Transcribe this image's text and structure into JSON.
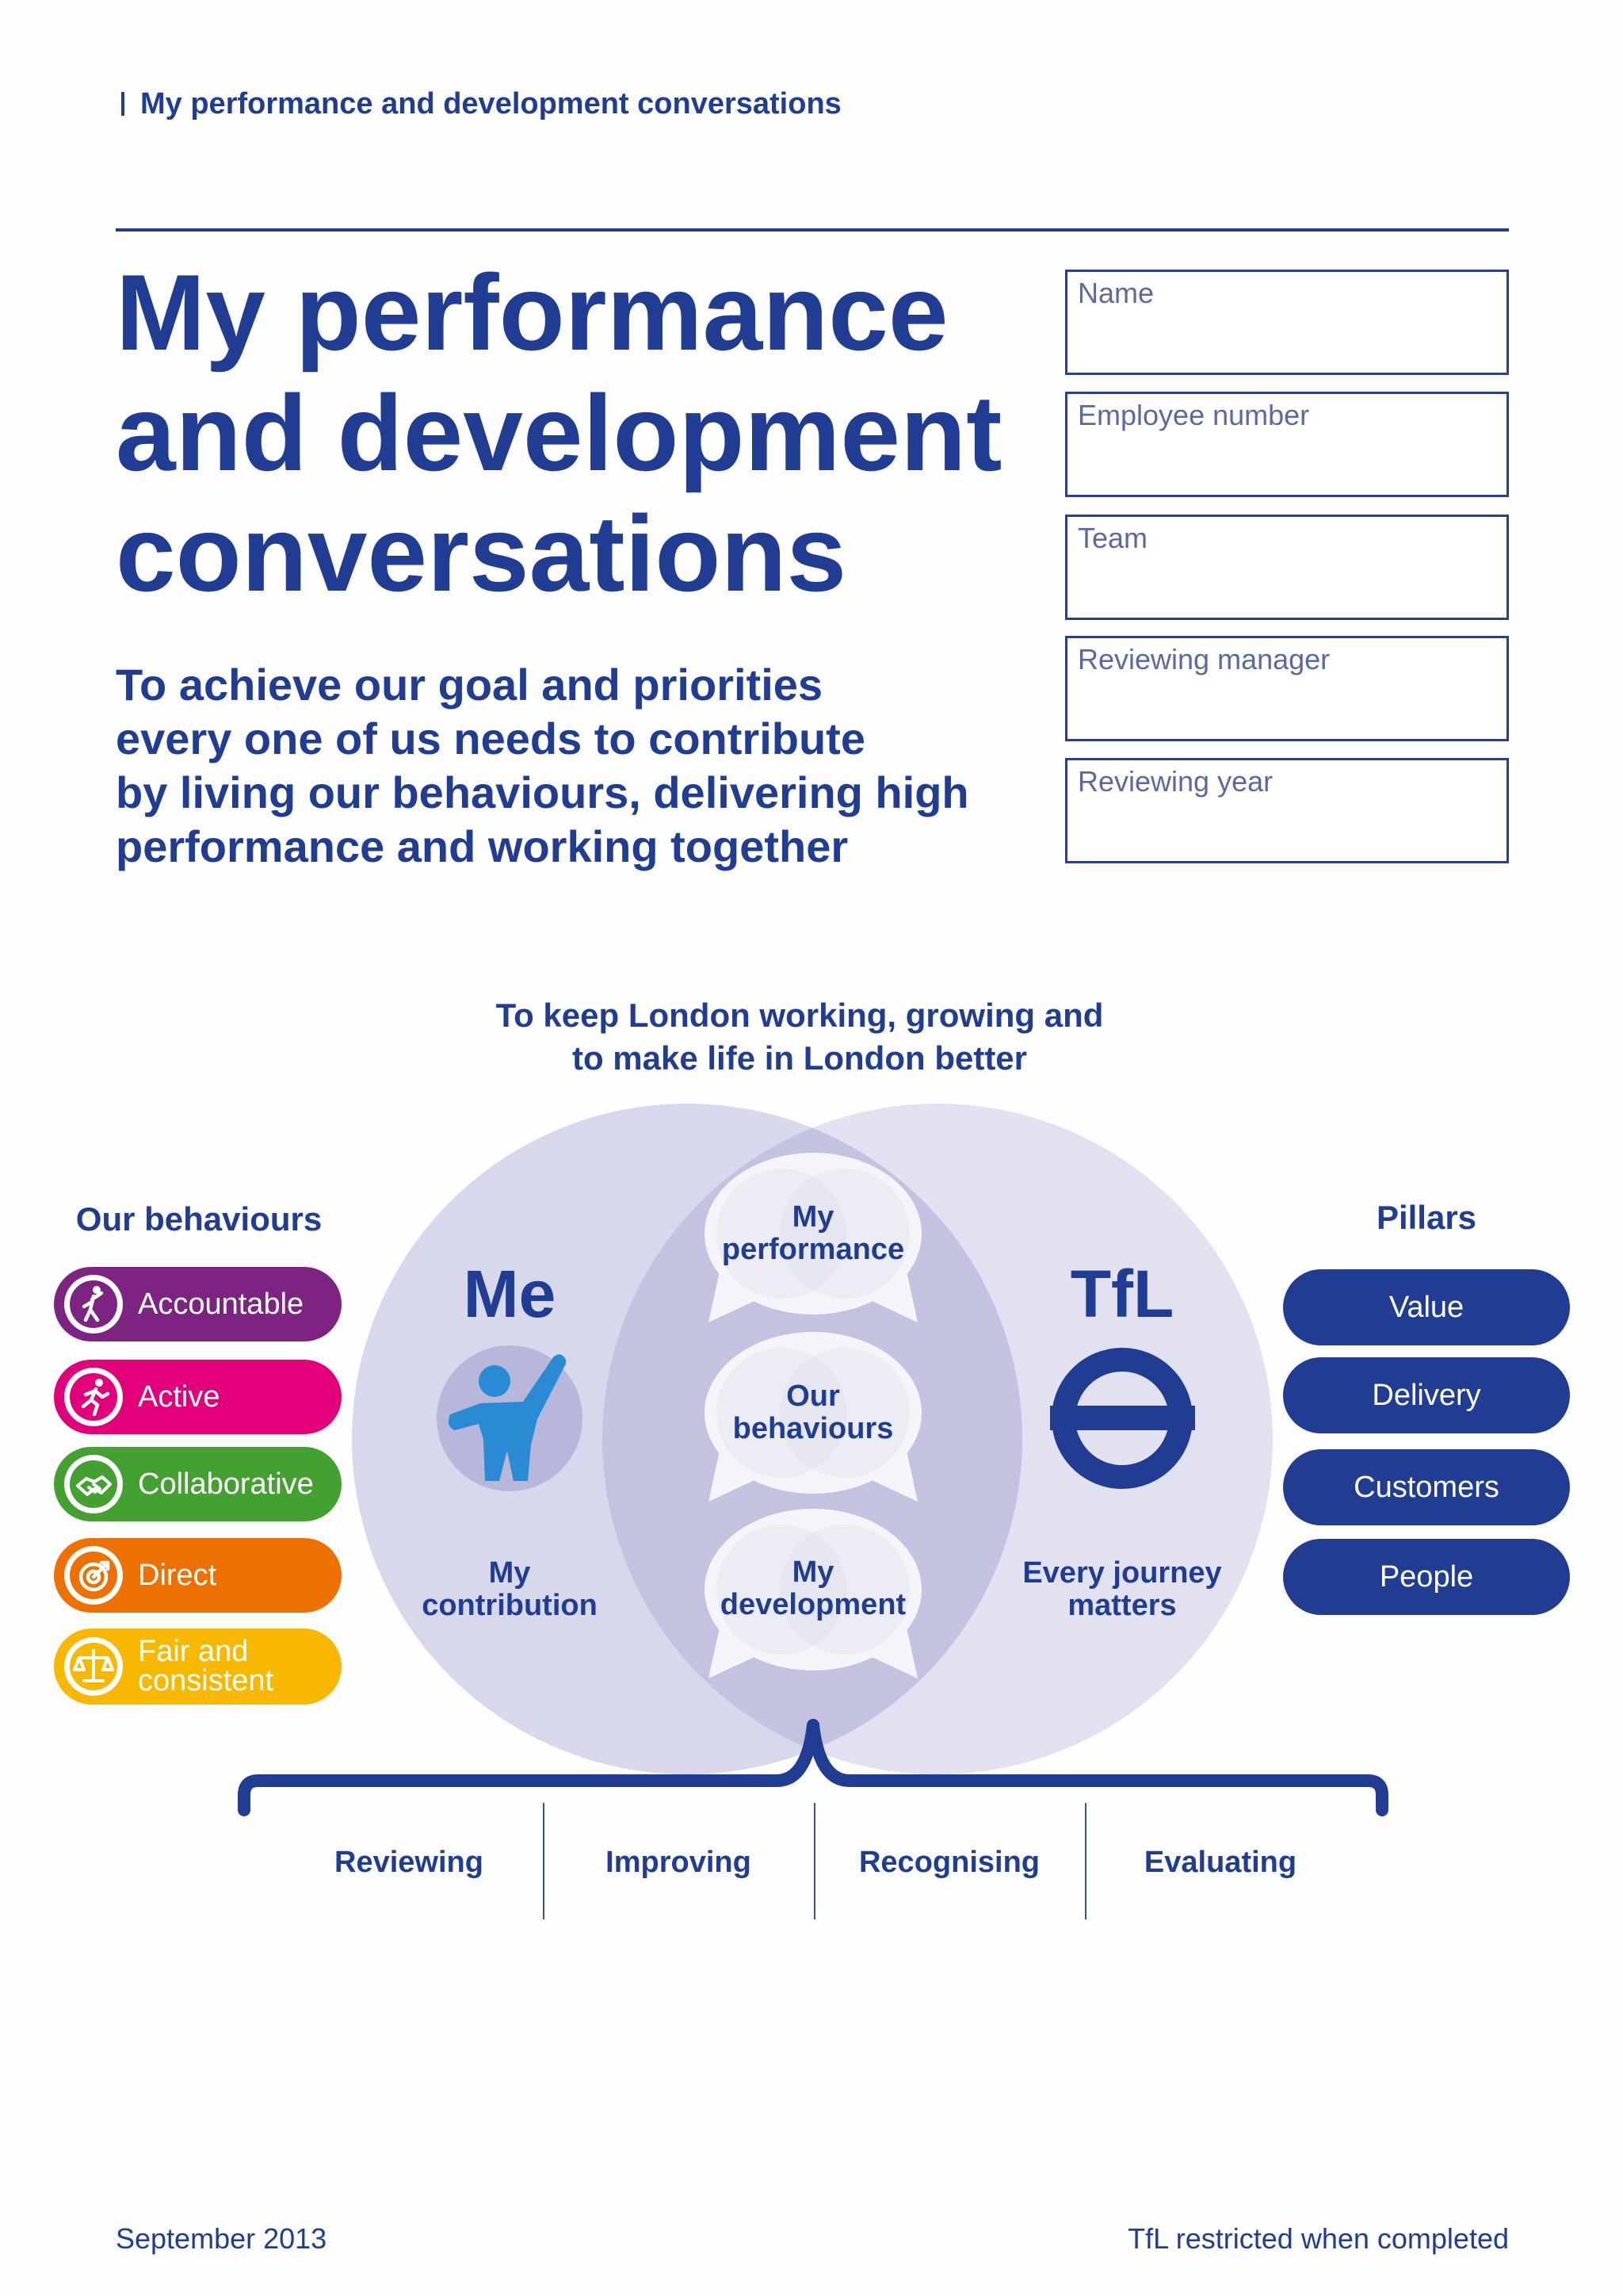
{
  "header": {
    "running_title": "My performance and development conversations"
  },
  "title": {
    "lines": [
      "My performance",
      "and development",
      "conversations"
    ]
  },
  "subtitle": {
    "lines": [
      "To achieve our goal and priorities",
      "every one of us needs to contribute",
      "by living our behaviours, delivering high",
      "performance and working together"
    ]
  },
  "form": {
    "fields": [
      {
        "label": "Name"
      },
      {
        "label": "Employee number"
      },
      {
        "label": "Team"
      },
      {
        "label": "Reviewing manager"
      },
      {
        "label": "Reviewing year"
      }
    ]
  },
  "diagram": {
    "purpose_lines": [
      "To keep London working, growing and",
      "to make life in London better"
    ],
    "behaviours": {
      "heading": "Our behaviours",
      "items": [
        {
          "label": "Accountable",
          "color": "#7d2482",
          "icon": "accountable-icon"
        },
        {
          "label": "Active",
          "color": "#e2007a",
          "icon": "active-icon"
        },
        {
          "label": "Collaborative",
          "color": "#43a031",
          "icon": "collaborative-icon"
        },
        {
          "label": "Direct",
          "color": "#ee7100",
          "icon": "direct-icon"
        },
        {
          "label_lines": [
            "Fair and",
            "consistent"
          ],
          "color": "#f9b800",
          "icon": "fair-scales-icon"
        }
      ]
    },
    "me": {
      "title": "Me",
      "icon": "person-raised-arm-icon",
      "caption_lines": [
        "My",
        "contribution"
      ]
    },
    "tfl": {
      "title": "TfL",
      "icon": "tfl-roundel-icon",
      "caption_lines": [
        "Every journey",
        "matters"
      ]
    },
    "bubbles": [
      {
        "lines": [
          "My",
          "performance"
        ]
      },
      {
        "lines": [
          "Our",
          "behaviours"
        ]
      },
      {
        "lines": [
          "My",
          "development"
        ]
      }
    ],
    "pillars": {
      "heading": "Pillars",
      "items": [
        "Value",
        "Delivery",
        "Customers",
        "People"
      ]
    },
    "stages": [
      "Reviewing",
      "Improving",
      "Recognising",
      "Evaluating"
    ]
  },
  "footer": {
    "date": "September 2013",
    "classification": "TfL restricted when completed"
  },
  "colors": {
    "brand_blue": "#213d93",
    "me_circle": "#d8d8ed",
    "tfl_circle": "#e1e1f1",
    "overlap": "#c3c3e1",
    "person_icon": "#2a8ad4",
    "pillar_fill": "#213d93"
  }
}
